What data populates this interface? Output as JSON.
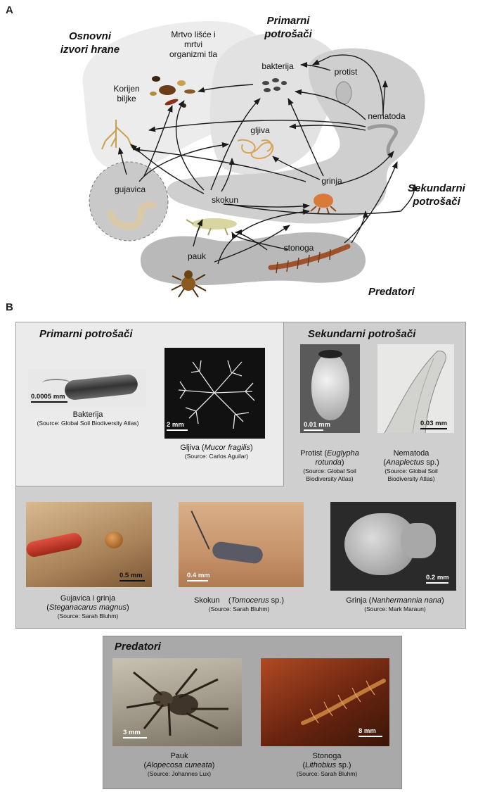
{
  "panel_a": {
    "letter": "A",
    "groups": {
      "basic_food": "Osnovni\nizvori hrane",
      "primary": "Primarni\npotrošači",
      "secondary": "Sekundarni\npotrošači",
      "predators": "Predatori"
    },
    "nodes": {
      "dead_leaves": "Mrtvo lišće i\nmrtvi\norganizmi tla",
      "roots": "Korijen\nbiljke",
      "bacteria": "bakterija",
      "protist": "protist",
      "nematode": "nematoda",
      "fungi": "gljiva",
      "earthworm": "gujavica",
      "springtail": "skokun",
      "mite": "grinja",
      "spider": "pauk",
      "centipede": "stonoga"
    },
    "colors": {
      "blob_light": "#ececec",
      "blob_mid": "#d6d6d6",
      "blob_dark": "#bdbdbd",
      "arrow": "#1a1a1a",
      "organism_tan": "#c7a24d",
      "organism_brown": "#6b3d1a"
    }
  },
  "panel_b": {
    "letter": "B",
    "sections": {
      "primary": "Primarni potrošači",
      "secondary": "Sekundarni potrošači",
      "predators": "Predatori"
    },
    "items": {
      "bacteria": {
        "scale": "0.0005 mm",
        "name": "Bakterija",
        "latin": "",
        "source": "(Source: Global Soil Biodiversity Atlas)"
      },
      "fungi": {
        "scale": "2 mm",
        "name": "Gljiva",
        "latin": "Mucor fragilis",
        "source": "(Source: Carlos Aguilar)"
      },
      "protist": {
        "scale": "0.01 mm",
        "name": "Protist",
        "latin1": "Euglypha",
        "latin2": "rotunda",
        "source1": "(Source: Global Soil",
        "source2": "Biodiversity Atlas)"
      },
      "nematode": {
        "scale": "0.03 mm",
        "name": "Nematoda",
        "latin": "Anaplectus",
        "latin_suffix": " sp.",
        "source1": "(Source: Global Soil",
        "source2": "Biodiversity Atlas)"
      },
      "earthworm_mite": {
        "scale": "0.5 mm",
        "name": "Gujavica i grinja",
        "latin": "Steganacarus magnus",
        "source": "(Source: Sarah Bluhm)"
      },
      "springtail": {
        "scale": "0.4 mm",
        "name": "Skokun",
        "latin": "Tomocerus",
        "latin_suffix": " sp.",
        "source": "(Source: Sarah Bluhm)"
      },
      "mite": {
        "scale": "0.2 mm",
        "name": "Grinja",
        "latin": "Nanhermannia nana",
        "source": "(Source: Mark Maraun)"
      },
      "spider": {
        "scale": "3 mm",
        "name": "Pauk",
        "latin": "Alopecosa cuneata",
        "source": "(Source: Johannes Lux)"
      },
      "centipede": {
        "scale": "8 mm",
        "name": "Stonoga",
        "latin": "Lithobius",
        "latin_suffix": " sp.",
        "source": "(Source: Sarah Bluhm)"
      }
    },
    "colors": {
      "primary_bg": "#ebebeb",
      "secondary_bg": "#cfcfcf",
      "predator_bg": "#a9a9a9",
      "border": "#9a9a9a"
    }
  }
}
